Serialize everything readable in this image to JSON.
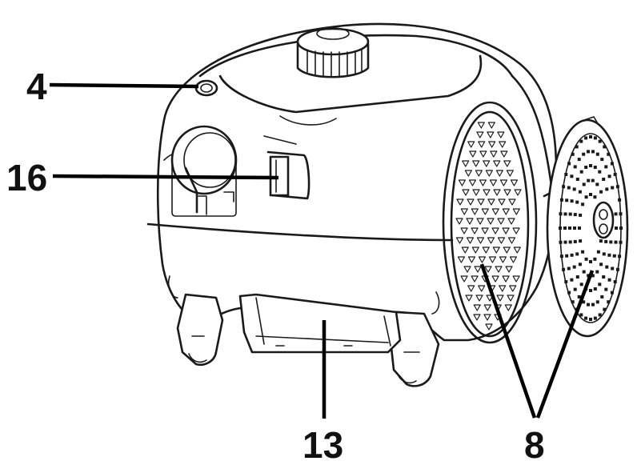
{
  "figure": {
    "callouts": [
      {
        "id": "c4",
        "label": "4"
      },
      {
        "id": "c16",
        "label": "16"
      },
      {
        "id": "c13",
        "label": "13"
      },
      {
        "id": "c8",
        "label": "8"
      }
    ],
    "colors": {
      "line": "#1a1a1a",
      "callout": "#000000",
      "background": "#ffffff"
    }
  }
}
